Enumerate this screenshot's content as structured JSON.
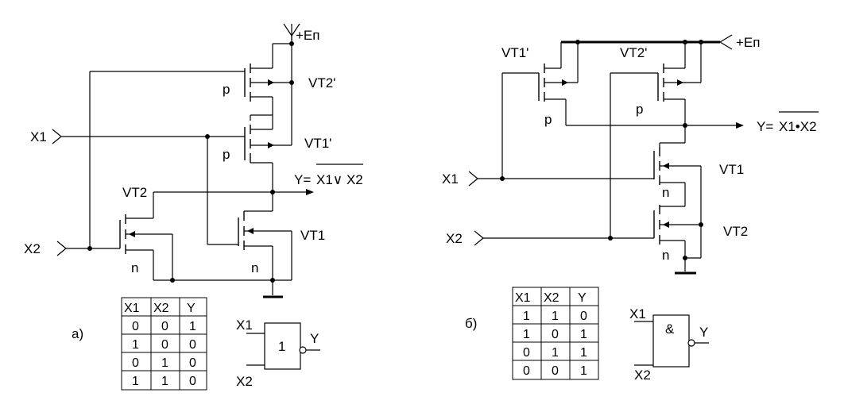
{
  "supply_label": "+Еп",
  "circuit_a": {
    "caption": "а)",
    "inputs": [
      "X1",
      "X2"
    ],
    "transistors": {
      "vt2p": "VT2'",
      "vt1p": "VT1'",
      "vt2": "VT2",
      "vt1": "VT1"
    },
    "channel_p": "p",
    "channel_n": "n",
    "output_prefix": "Y=",
    "output_expr": "X1∨ X2",
    "truth_table": {
      "headers": [
        "X1",
        "X2",
        "Y"
      ],
      "rows": [
        [
          "0",
          "0",
          "1"
        ],
        [
          "1",
          "0",
          "0"
        ],
        [
          "0",
          "1",
          "0"
        ],
        [
          "1",
          "1",
          "0"
        ]
      ]
    },
    "gate": {
      "symbol": "1",
      "in1": "X1",
      "in2": "X2",
      "out": "Y"
    }
  },
  "circuit_b": {
    "caption": "б)",
    "inputs": [
      "X1",
      "X2"
    ],
    "transistors": {
      "vt1p": "VT1'",
      "vt2p": "VT2'",
      "vt1": "VT1",
      "vt2": "VT2"
    },
    "channel_p": "p",
    "channel_n": "n",
    "output_prefix": "Y=",
    "output_expr": "X1•X2",
    "truth_table": {
      "headers": [
        "X1",
        "X2",
        "Y"
      ],
      "rows": [
        [
          "1",
          "1",
          "0"
        ],
        [
          "1",
          "0",
          "1"
        ],
        [
          "0",
          "1",
          "1"
        ],
        [
          "0",
          "0",
          "1"
        ]
      ]
    },
    "gate": {
      "symbol": "&",
      "in1": "X1",
      "in2": "X2",
      "out": "Y"
    }
  }
}
